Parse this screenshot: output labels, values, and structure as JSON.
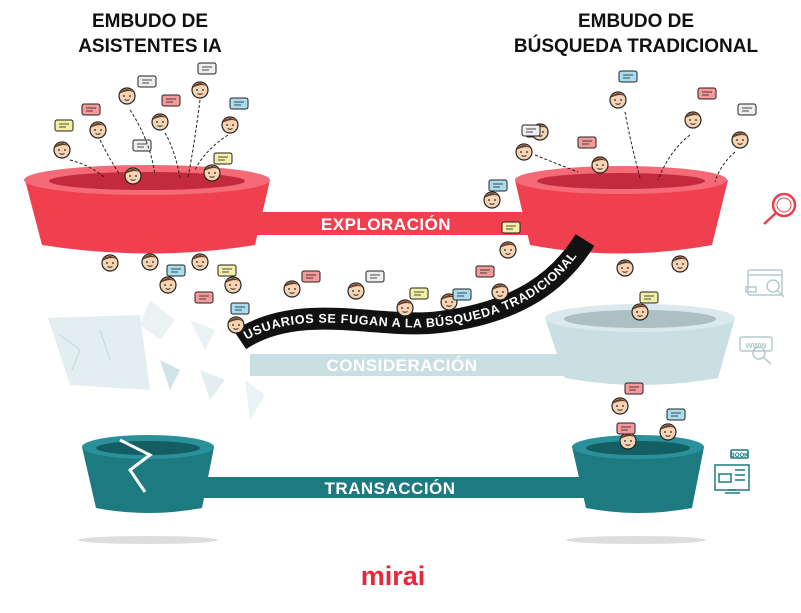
{
  "left_funnel": {
    "title_line1": "EMBUDO DE",
    "title_line2": "ASISTENTES IA"
  },
  "right_funnel": {
    "title_line1": "EMBUDO DE",
    "title_line2": "BÚSQUEDA TRADICIONAL"
  },
  "stages": {
    "exploration": "EXPLORACIÓN",
    "consideration": "CONSIDERACIÓN",
    "transaction": "TRANSACCIÓN"
  },
  "ribbon": {
    "text": "USUARIOS SE FUGAN A LA BÚSQUEDA TRADICIONAL"
  },
  "icons": {
    "exploration": "magnifier-icon",
    "consideration_1": "web-search-icon",
    "consideration_2": "www-search-icon",
    "transaction": "booking-monitor-icon",
    "book_label": "BOOK"
  },
  "logo": {
    "text": "mirai"
  },
  "colors": {
    "exploration": "#f0404f",
    "consideration": "#c9dfe4",
    "transaction": "#1c7a80",
    "ribbon": "#111111",
    "logo": "#e8273a"
  }
}
